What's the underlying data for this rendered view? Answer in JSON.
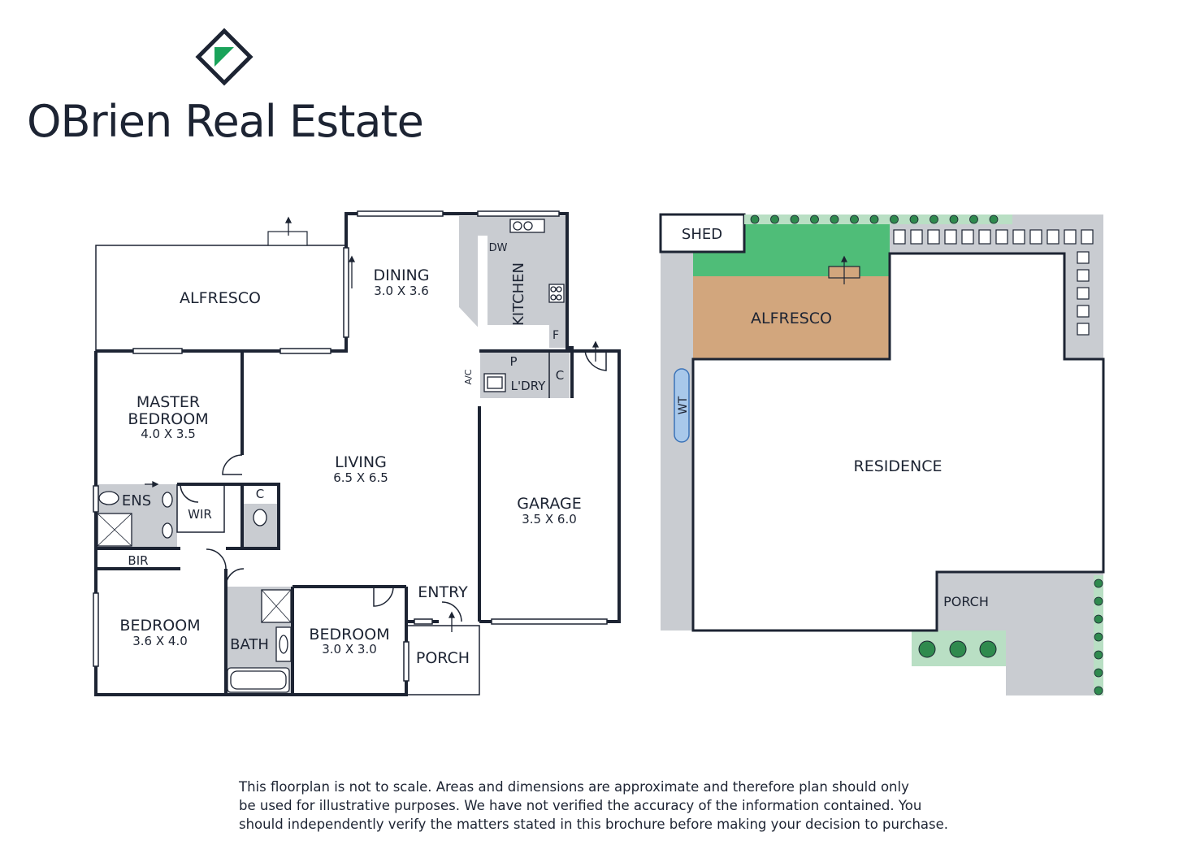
{
  "brand": {
    "name": "OBrien Real Estate",
    "logo_icon": "diamond-logo-icon",
    "logo_accent_color": "#1aa35a"
  },
  "floorplan": {
    "rooms": {
      "alfresco": {
        "name": "ALFRESCO"
      },
      "dining": {
        "name": "DINING",
        "size": "3.0 X 3.6"
      },
      "kitchen": {
        "name": "KITCHEN",
        "dw": "DW",
        "f": "F"
      },
      "laundry": {
        "name": "L'DRY",
        "p": "P",
        "ac": "A/C",
        "c": "C"
      },
      "master": {
        "line1": "MASTER",
        "line2": "BEDROOM",
        "size": "4.0 X 3.5"
      },
      "living": {
        "name": "LIVING",
        "size": "6.5 X 6.5"
      },
      "ens": {
        "name": "ENS"
      },
      "wir": {
        "name": "WIR"
      },
      "wc_c": {
        "name": "C"
      },
      "bir": {
        "name": "BIR"
      },
      "bedroom2": {
        "name": "BEDROOM",
        "size": "3.6 X 4.0"
      },
      "bath": {
        "name": "BATH"
      },
      "bedroom3": {
        "name": "BEDROOM",
        "size": "3.0 X 3.0"
      },
      "entry": {
        "name": "ENTRY"
      },
      "porch": {
        "name": "PORCH"
      },
      "garage": {
        "name": "GARAGE",
        "size": "3.5 X 6.0"
      }
    }
  },
  "siteplan": {
    "shed": "SHED",
    "alfresco": "ALFRESCO",
    "wt": "WT",
    "residence": "RESIDENCE",
    "porch": "PORCH",
    "colors": {
      "grass": "#4fbd78",
      "deck": "#d2a67d",
      "paving": "#c9ccd1",
      "garden": "#b9dfc4",
      "tank": "#a8c8ea"
    }
  },
  "disclaimer": {
    "line1": "This floorplan is not to scale. Areas and dimensions are approximate and therefore plan should only",
    "line2": "be used for illustrative purposes. We have not verified the accuracy of the information contained. You",
    "line3": "should independently verify the matters stated in this brochure before making your decision to purchase."
  }
}
